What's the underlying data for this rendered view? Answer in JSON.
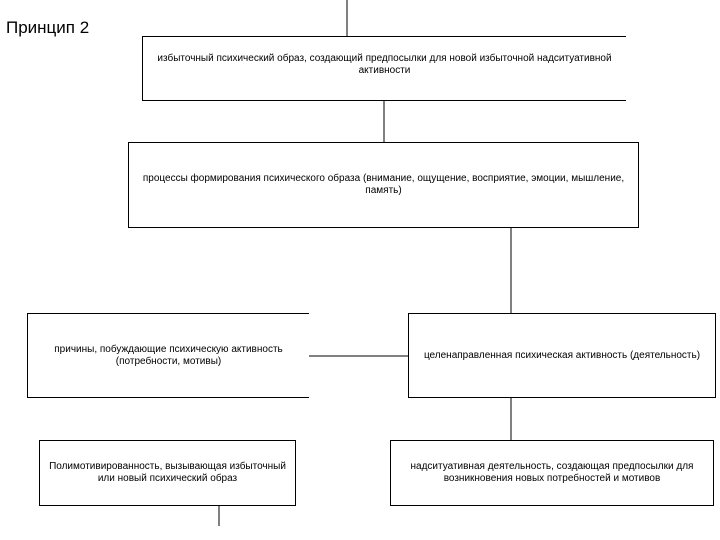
{
  "slide": {
    "title": "Принцип 2"
  },
  "diagram": {
    "nodes": [
      {
        "id": "node-1",
        "label": "избыточный психический образ, создающий предпосылки для новой избыточной надситуативной активности"
      },
      {
        "id": "node-2",
        "label": "процессы формирования психического образа (внимание, ощущение, восприятие, эмоции, мышление, память)"
      },
      {
        "id": "node-3",
        "label": "причины, побуждающие психическую активность (потребности, мотивы)"
      },
      {
        "id": "node-4",
        "label": "целенаправленная психическая активность (деятельность)"
      },
      {
        "id": "node-5",
        "label": "Полимотивированность, вызывающая избыточный или новый психический образ"
      },
      {
        "id": "node-6",
        "label": "надситуативная деятельность, создающая предпосылки для возникновения новых потребностей и мотивов"
      }
    ],
    "edges": [
      {
        "from": "node-1",
        "to": "node-2"
      },
      {
        "from": "node-2",
        "to": "node-4"
      },
      {
        "from": "node-3",
        "to": "node-4"
      },
      {
        "from": "node-4",
        "to": "node-6"
      }
    ]
  }
}
